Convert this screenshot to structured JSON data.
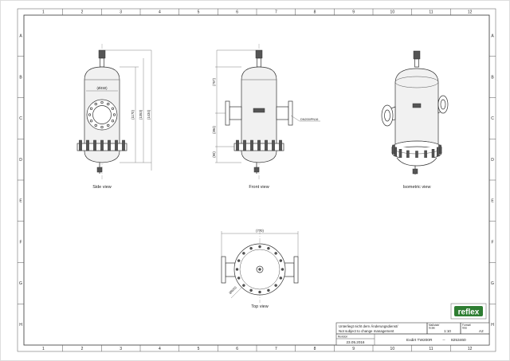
{
  "grid": {
    "columns": [
      "1",
      "2",
      "3",
      "4",
      "5",
      "6",
      "7",
      "8",
      "9",
      "10",
      "11",
      "12"
    ],
    "rows": [
      "A",
      "B",
      "C",
      "D",
      "E",
      "F",
      "G",
      "H"
    ]
  },
  "views": {
    "side": "Side view",
    "front": "Front view",
    "isometric": "Isometric view",
    "top": "Top view"
  },
  "dimensions": {
    "side_width": "(Ø450)",
    "side_height_1": "(1170)",
    "side_height_2": "(1353)",
    "side_height_3": "(1434)",
    "front_upper": "(757)",
    "front_mid": "(394)",
    "front_lower": "(90)",
    "front_flange": "DN200/PN16",
    "top_width": "(770)",
    "top_diag": "(Ø650)"
  },
  "brand": {
    "logo": "reflex",
    "accent": "#2e7d32"
  },
  "title_block": {
    "notice_de": "Unterliegt nicht dem Änderungsdienst/",
    "notice_en": "Not subject to change management",
    "scale_label_1": "Maßstab/",
    "scale_label_2": "Scale",
    "scale_value": "1:10",
    "format_label_1": "Format/",
    "format_label_2": "Size",
    "format_value": "A2",
    "revision_label": "Revision",
    "date": "23.05.2016",
    "product": "Exdirt TW200R",
    "separator": "--",
    "article": "8253460"
  }
}
